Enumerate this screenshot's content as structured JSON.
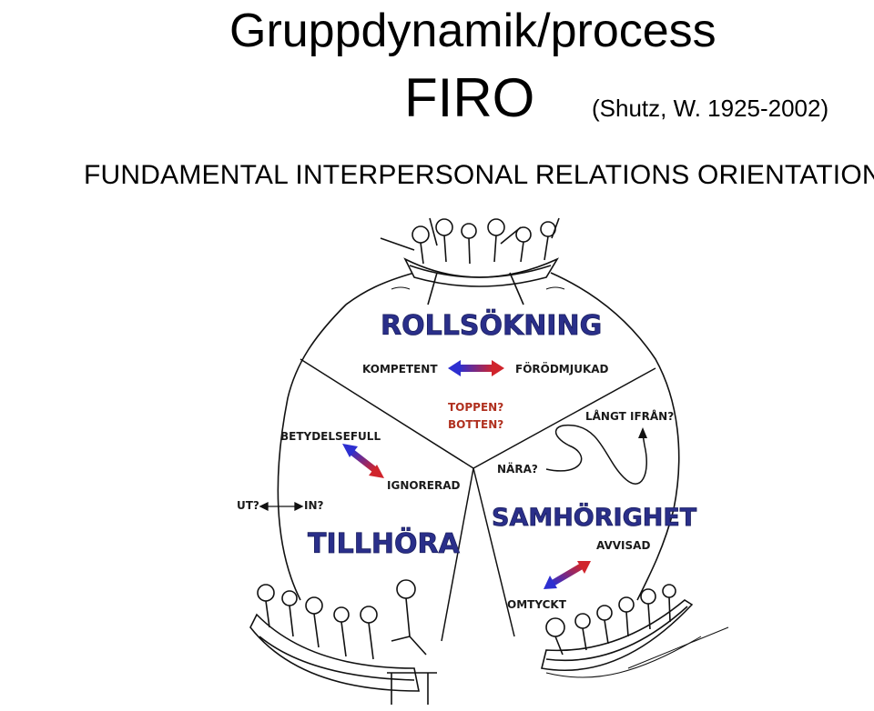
{
  "header": {
    "title": "Gruppdynamik/process",
    "acronym": "FIRO",
    "author": "(Shutz, W. 1925-2002)",
    "subtitle": "FUNDAMENTAL INTERPERSONAL RELATIONS ORIENTATION"
  },
  "diagram": {
    "sections": {
      "rollsokning": {
        "title": "ROLLSÖKNING",
        "left_pole": "KOMPETENT",
        "right_pole": "FÖRÖDMJUKAD",
        "question_top": "TOPPEN?",
        "question_bottom": "BOTTEN?"
      },
      "tillhora": {
        "title": "TILLHÖRA",
        "top_pole": "BETYDELSEFULL",
        "bottom_pole": "IGNORERAD",
        "out_label": "UT?",
        "in_label": "IN?"
      },
      "samhorighet": {
        "title": "SAMHÖRIGHET",
        "far_label": "LÅNGT IFRÅN?",
        "near_label": "NÄRA?",
        "rejected": "AVVISAD",
        "liked": "OMTYCKT"
      }
    },
    "colors": {
      "arrow_start": "#2d2fd0",
      "arrow_end": "#d0242c",
      "title_fill": "#2a2f8a"
    },
    "illustrations": [
      "rowboat-top-icon",
      "rowboat-left-icon",
      "rowboat-right-icon"
    ]
  }
}
